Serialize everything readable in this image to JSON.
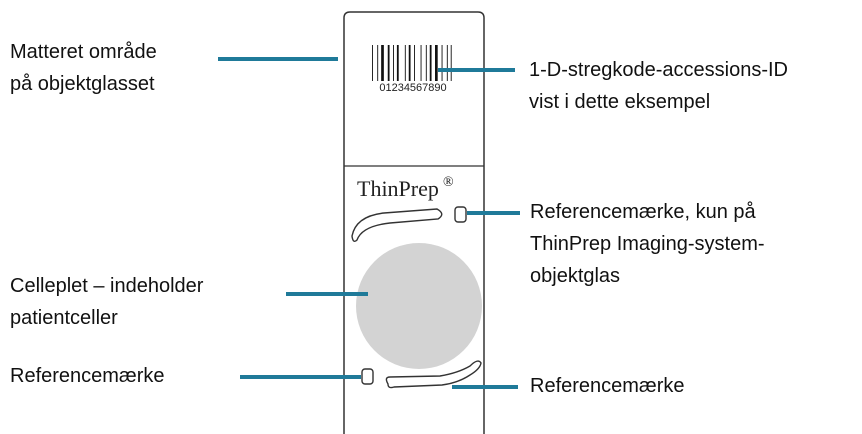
{
  "labels": {
    "frosted_area_line1": "Matteret område",
    "frosted_area_line2": "på objektglasset",
    "barcode_line1": "1-D-stregkode-accessions-ID",
    "barcode_line2": "vist i dette eksempel",
    "fiducial_imaging_line1": "Referencemærke, kun på",
    "fiducial_imaging_line2": "ThinPrep Imaging-system-",
    "fiducial_imaging_line3": "objektglas",
    "cell_spot_line1": "Celleplet – indeholder",
    "cell_spot_line2": "patientceller",
    "fiducial_left": "Referencemærke",
    "fiducial_right": "Referencemærke"
  },
  "slide": {
    "brand": "ThinPrep",
    "registered_mark": "®",
    "barcode_number": "01234567890"
  },
  "colors": {
    "leader_line": "#1f7a99",
    "slide_outline": "#333333",
    "cell_spot": "#d3d3d3",
    "text": "#111111"
  }
}
